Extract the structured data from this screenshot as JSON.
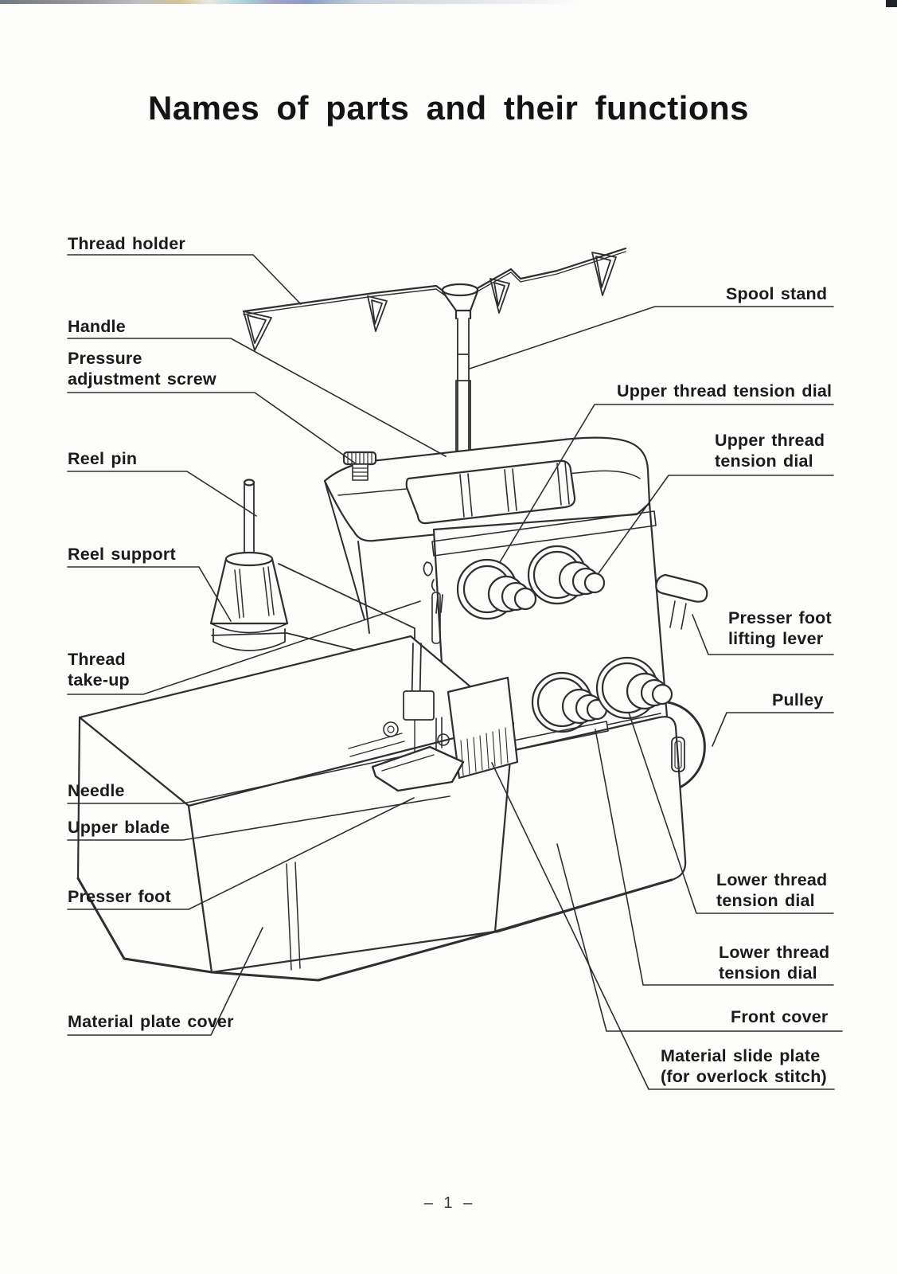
{
  "page": {
    "title": "Names of parts and their functions",
    "page_number": "– 1 –"
  },
  "colors": {
    "ink": "#2f2f2f",
    "paper": "#fcfcfb"
  },
  "diagram": {
    "figure_alt": "Line drawing of an overlock sewing machine with labeled parts",
    "labels_left": [
      {
        "text": "Thread holder"
      },
      {
        "text": "Handle"
      },
      {
        "text": "Pressure\nadjustment screw"
      },
      {
        "text": "Reel pin"
      },
      {
        "text": "Reel support"
      },
      {
        "text": "Thread\ntake-up"
      },
      {
        "text": "Needle"
      },
      {
        "text": "Upper blade"
      },
      {
        "text": "Presser foot"
      },
      {
        "text": "Material plate cover"
      }
    ],
    "labels_right": [
      {
        "text": "Spool stand"
      },
      {
        "text": "Upper thread tension dial"
      },
      {
        "text": "Upper thread\ntension dial"
      },
      {
        "text": "Presser foot\nlifting lever"
      },
      {
        "text": "Pulley"
      },
      {
        "text": "Lower thread\ntension dial"
      },
      {
        "text": "Lower thread\ntension dial"
      },
      {
        "text": "Front cover"
      },
      {
        "text": "Material slide plate\n(for overlock stitch)"
      }
    ]
  }
}
